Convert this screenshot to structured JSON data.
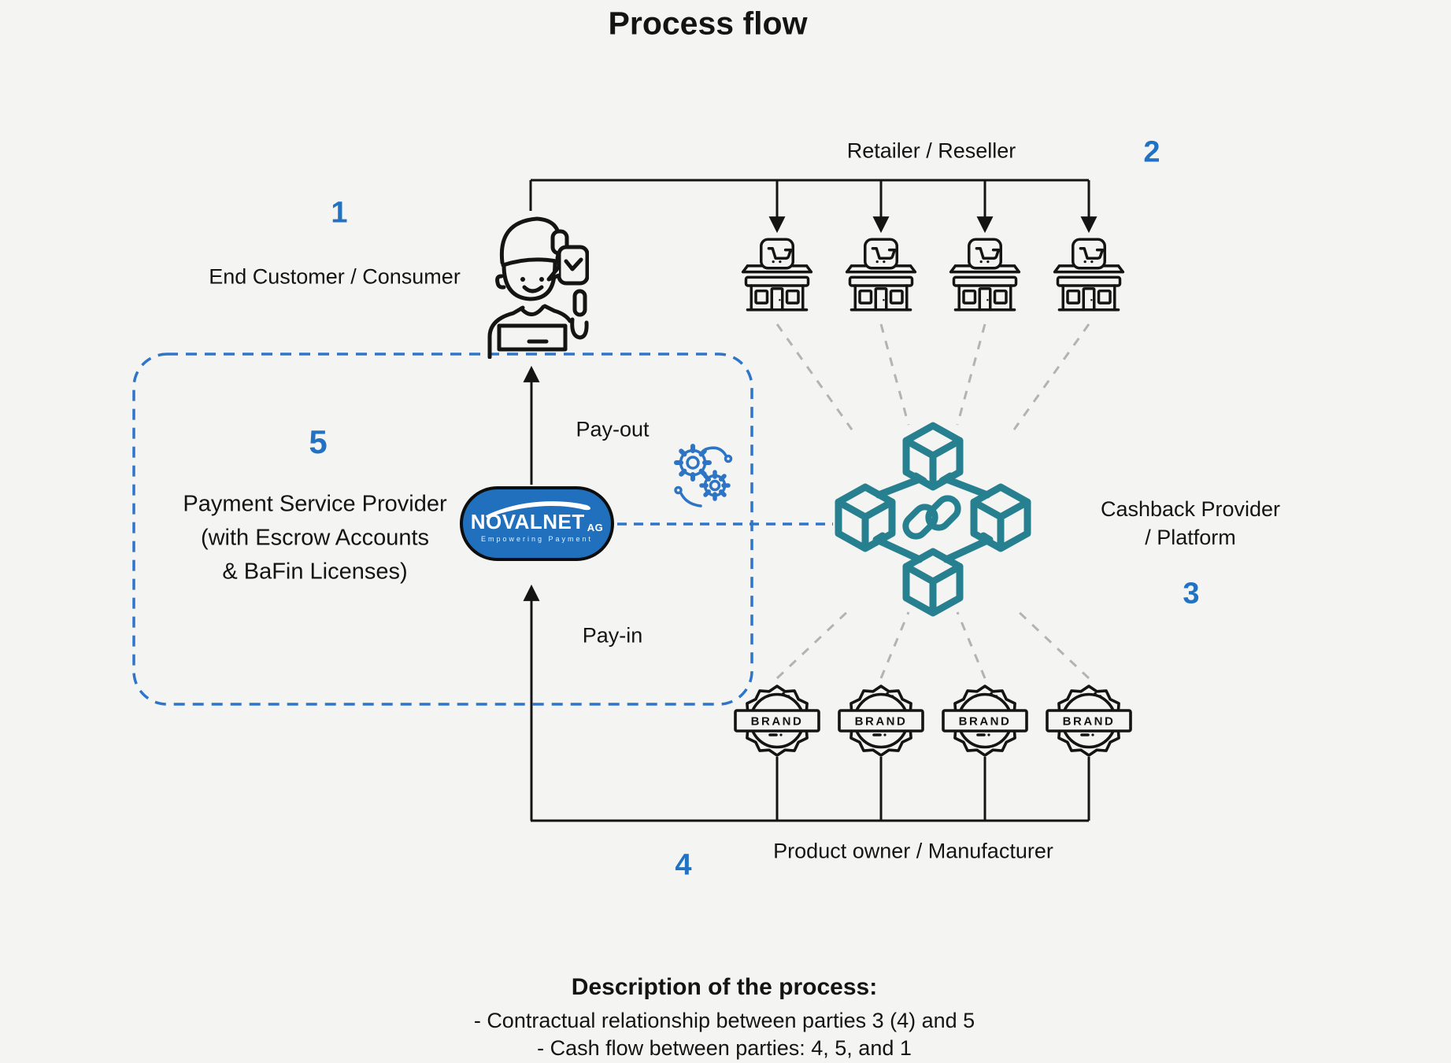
{
  "title": "Process flow",
  "colors": {
    "background": "#f4f4f2",
    "ink": "#141414",
    "accent_blue": "#2272c3",
    "dashed_box_blue": "#2e74c9",
    "novalnet_blue": "#2170bd",
    "hub_teal": "#27808f",
    "hub_green": "#55c751",
    "gray_dash": "#b3b3b3"
  },
  "parties": {
    "consumer": {
      "number": "1",
      "label": "End Customer / Consumer",
      "icon": "consumer-thumbs-up-icon"
    },
    "retailer": {
      "number": "2",
      "label": "Retailer / Reseller",
      "icon": "storefront-icon",
      "count": 4
    },
    "cashback": {
      "number": "3",
      "label_line1": "Cashback Provider",
      "label_line2": "/ Platform",
      "icon": "blockchain-cubes-icon"
    },
    "manufacturer": {
      "number": "4",
      "label": "Product owner / Manufacturer",
      "icon": "brand-seal-icon",
      "badge_label": "BRAND",
      "count": 4
    },
    "psp": {
      "number": "5",
      "label_line1": "Payment Service Provider",
      "label_line2": "(with Escrow Accounts",
      "label_line3": "& BaFin Licenses)"
    }
  },
  "flows": {
    "pay_out": "Pay-out",
    "pay_in": "Pay-in"
  },
  "logo": {
    "name": "NOVALNET",
    "suffix": "AG",
    "tagline": "Empowering Payment"
  },
  "description": {
    "heading": "Description of the process:",
    "lines": [
      "- Contractual relationship between parties 3 (4) and 5",
      "- Cash flow between parties: 4, 5, and 1"
    ]
  }
}
